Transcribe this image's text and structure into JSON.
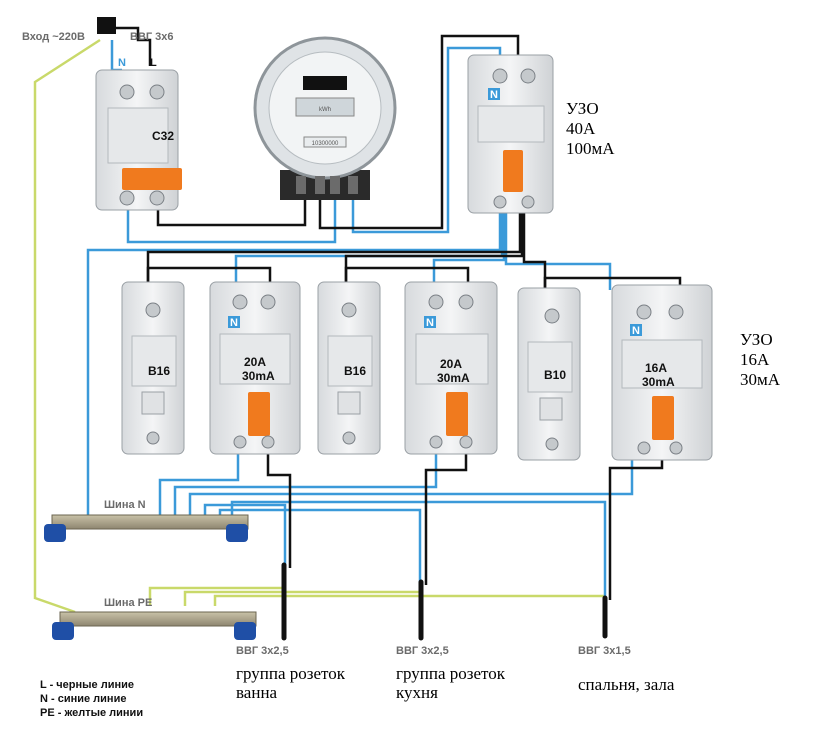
{
  "input": {
    "label": "Вход ~220В",
    "cable": "ВВГ 3х6",
    "l_mark": "L",
    "n_mark": "N"
  },
  "main_breaker": {
    "rating": "C32"
  },
  "meter": {
    "reading": "10300000"
  },
  "main_rcd": {
    "line1": "УЗО",
    "line2": "40А",
    "line3": "100мА"
  },
  "rcd3": {
    "line1": "УЗО",
    "line2": "16А",
    "line3": "30мА"
  },
  "devices": {
    "b1": "B16",
    "r1_a": "20А",
    "r1_b": "30mA",
    "b2": "B16",
    "r2_a": "20А",
    "r2_b": "30mA",
    "b3": "B10",
    "r3_a": "16А",
    "r3_b": "30mA"
  },
  "busbars": {
    "n": "Шина N",
    "pe": "Шина PE"
  },
  "groups": [
    {
      "cable": "ВВГ 3х2,5",
      "line1": "группа розеток",
      "line2": "ванна"
    },
    {
      "cable": "ВВГ 3х2,5",
      "line1": "группа розеток",
      "line2": "кухня"
    },
    {
      "cable": "ВВГ 3х1,5",
      "line1": "спальня, зала",
      "line2": ""
    }
  ],
  "legend": {
    "l": "L - черные линие",
    "n": "N - синие линие",
    "pe": "PE - желтые линии"
  },
  "colors": {
    "phase": "#111111",
    "neutral": "#3b9ad9",
    "pe": "#c9d96a",
    "toggle": "#f07a1e",
    "device": "#eef0f1"
  }
}
